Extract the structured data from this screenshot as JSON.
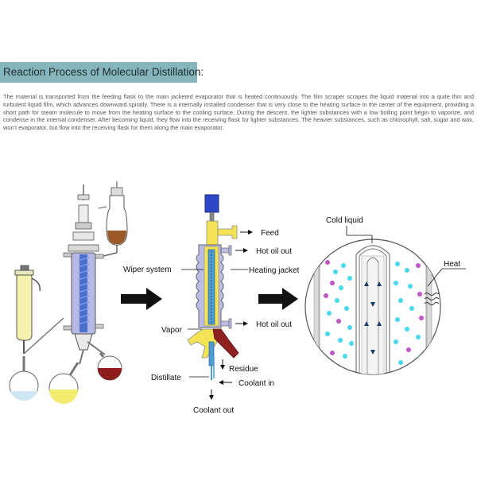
{
  "header": {
    "title": "Reaction Process of Molecular Distillation:"
  },
  "description": "The material is transported from the feeding flask to the main jacketed evaporator that is heated continuously. The film scraper scrapes the liquid material into a quite thin and turbulent liquid film, which advances downward spirally. There is a internally installed condenser that is very close to the heating surface in the center of the equipment, providing a short path for steam molecule to move from the heating surface to the cooling surface. During the descent, the lighter substances with a low boiling point begin to vaporize, and condense in the internal condenser. After becoming liquid, they flow into the receiving flask for lighter substances. The heavier substances, such as chlorophyll, salt, sugar and wax, won't evaporator, but flow into the receiving flask for them along the main evaporator.",
  "labels": {
    "feed": "Feed",
    "hot_oil_out_top": "Hot oil out",
    "wiper_system": "Wiper system",
    "heating_jacket": "Heating jacket",
    "vapor": "Vapor",
    "hot_oil_out_bottom": "Hot oil out",
    "residue": "Residue",
    "distillate": "Distillate",
    "coolant_in": "Coolant in",
    "coolant_out": "Coolant out",
    "cold_liquid": "Cold liquid",
    "heat": "Heat"
  },
  "colors": {
    "title_bar": "#86b6bd",
    "jacket_purple": "#b7b8e4",
    "coil_blue": "#6a8ad8",
    "feed_yellow": "#f4e455",
    "residue_brown": "#8e2020",
    "condenser_blue": "#4e9cd2",
    "motor_blue": "#2a48c8",
    "vapor_cyan": "#48d8ec",
    "heavy_purple": "#c155c8"
  }
}
